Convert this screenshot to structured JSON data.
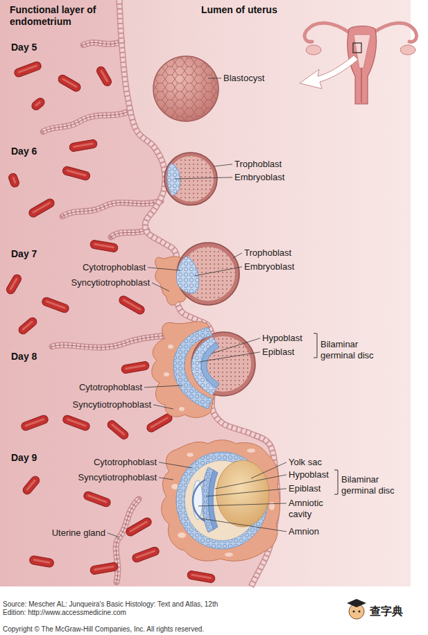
{
  "diagram": {
    "labels": [
      "Functional layer of endometrium",
      "Lumen of uterus",
      "Day 5",
      "Blastocyst",
      "Day 6",
      "Trophoblast",
      "Embryoblast",
      "Day 7",
      "Trophoblast",
      "Embryoblast",
      "Cytotrophoblast",
      "Syncytiotrophoblast",
      "Day 8",
      "Hypoblast",
      "Epiblast",
      "Bilaminar germinal disc",
      "Cytotrophoblast",
      "Syncytiotrophoblast",
      "Day 9",
      "Cytotrophoblast",
      "Syncytiotrophoblast",
      "Yolk sac",
      "Hypoblast",
      "Epiblast",
      "Bilaminar germinal disc",
      "Amniotic cavity",
      "Amnion",
      "Uterine gland",
      "Source: Mescher AL: Junqueira's Basic Histology: Text and Atlas, 12th Edition: http://www.accessmedicine.com",
      "Copyright © The McGraw-Hill Companies, Inc. All rights reserved.",
      "查字典"
    ]
  }
}
